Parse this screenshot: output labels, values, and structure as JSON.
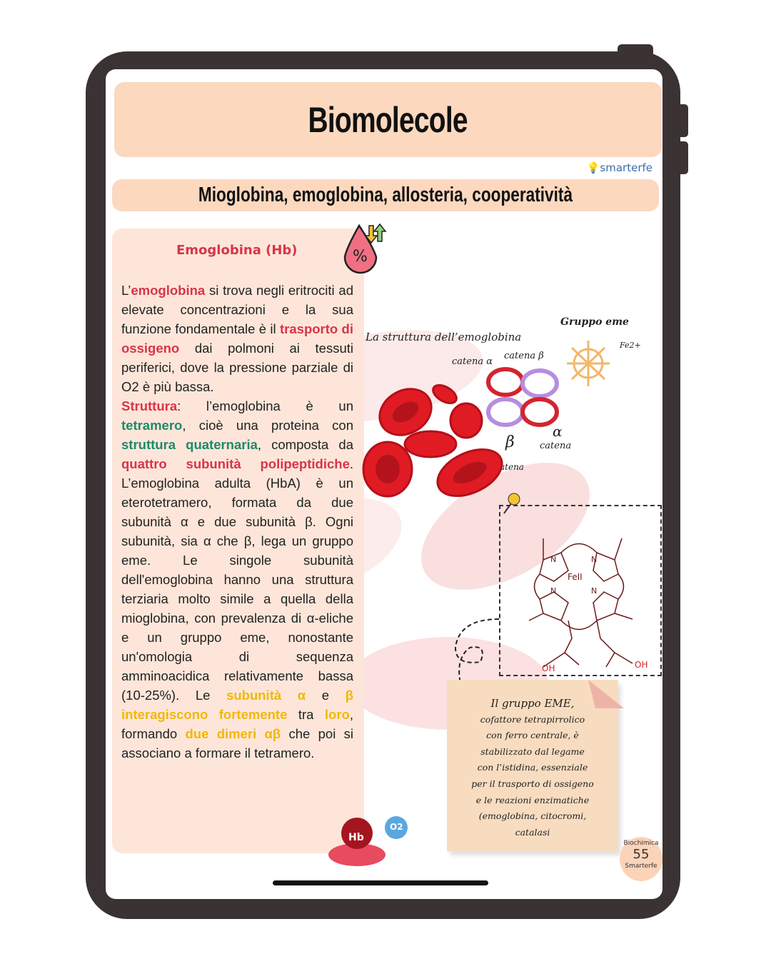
{
  "header": {
    "title": "Biomolecole",
    "logo": "smarterfe",
    "subtitle": "Mioglobina, emoglobina, allosteria, cooperatività"
  },
  "panel": {
    "title": "Emoglobina (Hb)",
    "icon": "blood-drop-percent-icon",
    "segments": [
      {
        "t": "L’",
        "c": ""
      },
      {
        "t": "emoglobina",
        "c": "red"
      },
      {
        "t": " si trova negli eritrociti ad elevate concentrazioni e la sua funzione fondamentale è il ",
        "c": ""
      },
      {
        "t": "trasporto di ossigeno",
        "c": "red"
      },
      {
        "t": " dai polmoni ai tessuti periferici, dove la pressione parziale di O2 è più bassa.",
        "c": ""
      },
      {
        "t": "Struttura",
        "c": "red",
        "br": true
      },
      {
        "t": ": l’emoglobina è un ",
        "c": ""
      },
      {
        "t": "tetramero",
        "c": "green"
      },
      {
        "t": ", cioè una proteina con ",
        "c": ""
      },
      {
        "t": "struttura quaternaria",
        "c": "green"
      },
      {
        "t": ", composta da ",
        "c": ""
      },
      {
        "t": "quattro subunità polipeptidiche",
        "c": "red"
      },
      {
        "t": ". L’emoglobina adulta (HbA) è un eterotetramero, formata da due subunità α e due subunità β. Ogni subunità, sia α che β, lega un gruppo eme. Le singole subunità dell'emoglobina hanno una struttura terziaria molto simile a quella della mioglobina, con prevalenza di α-eliche e un gruppo eme, nonostante un'omologia di sequenza amminoacidica relativamente bassa (10-25%). Le ",
        "c": ""
      },
      {
        "t": "subunità α",
        "c": "yellow"
      },
      {
        "t": " e ",
        "c": ""
      },
      {
        "t": "β interagiscono fortemente",
        "c": "yellow"
      },
      {
        "t": " tra ",
        "c": ""
      },
      {
        "t": "loro",
        "c": "yellow"
      },
      {
        "t": ", formando ",
        "c": ""
      },
      {
        "t": "due dimeri αβ",
        "c": "yellow"
      },
      {
        "t": " che poi si associano a formare il tetramero.",
        "c": ""
      }
    ]
  },
  "figure": {
    "title": "La struttura dell’emoglobina",
    "heme_group": "Gruppo eme",
    "fe": "Fe2+",
    "chain_a": "catena α",
    "chain_b": "catena β",
    "beta": "β",
    "alpha": "α",
    "catena": "catena",
    "catena_cut": "atena"
  },
  "heme": {
    "n": "N",
    "fe": "FeII",
    "oh": "OH"
  },
  "note": {
    "lines": [
      "Il gruppo EME,",
      "cofattore tetrapirrolico",
      "con ferro centrale, è",
      "stabilizzato dal legame",
      "con l’istidina, essenziale",
      "per il trasporto di ossigeno",
      "e le reazioni enzimatiche",
      "(emoglobina, citocromi,",
      "catalasi"
    ]
  },
  "characters": {
    "hb": "Hb",
    "o2": "O2"
  },
  "badge": {
    "top": "Biochimica",
    "page": "55",
    "bottom": "Smarterfe"
  },
  "colors": {
    "red": "#d9344b",
    "green": "#1d8a6a",
    "yellow": "#f2b705",
    "peach": "#fcd8bf"
  }
}
